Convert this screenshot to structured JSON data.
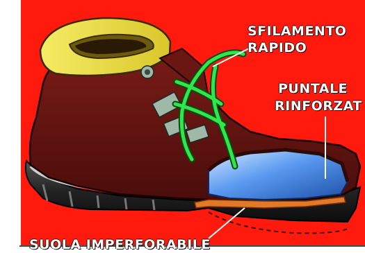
{
  "labels": {
    "quick_release_line1": "SFILAMENTO",
    "quick_release_line2": "RAPIDO",
    "toe_cap_line1": "PUNTALE",
    "toe_cap_line2": "RINFORZAT",
    "sole": "SUOLA IMPERFORABILE"
  },
  "colors": {
    "background": "#ff1a0d",
    "boot_leather": "#5a1210",
    "collar": "#f2e33b",
    "laces": "#31e64a",
    "sole": "#2a2a2a",
    "toe_cap": "#3f7fe0",
    "insole_plate": "#e07a28",
    "label_text": "#ffffff"
  }
}
